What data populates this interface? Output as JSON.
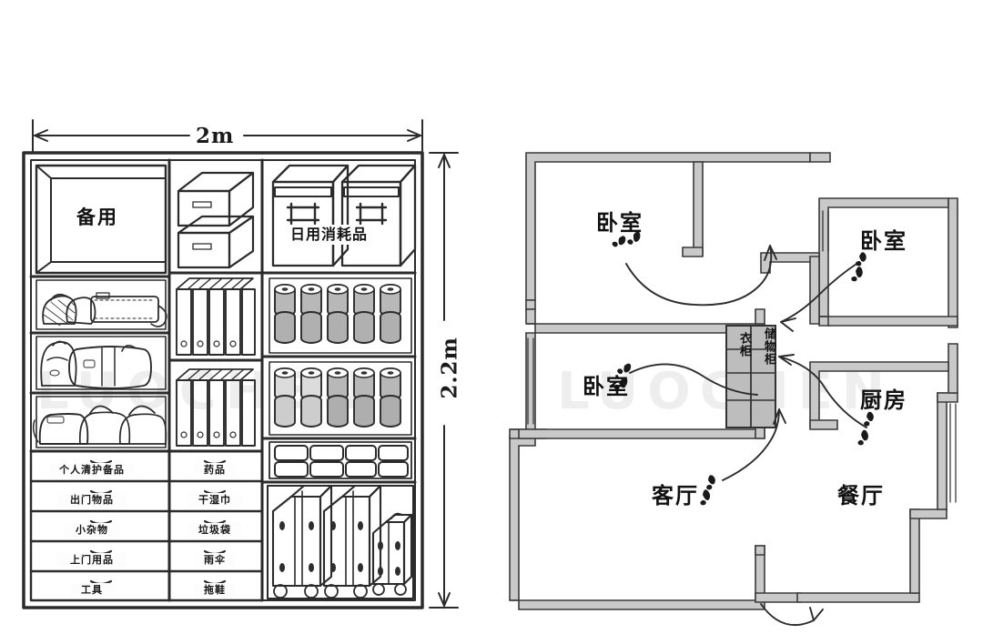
{
  "meta": {
    "watermark_text": "LUOCHEN",
    "background": "#ffffff",
    "ink_color": "#2b2b2b",
    "fill_light": "#f2f2f2",
    "fill_mid": "#d8d8d8",
    "fill_dark": "#a9a9a9",
    "wall_fill": "#c9c9c9"
  },
  "closet": {
    "dimensions": {
      "width_label": "2m",
      "height_label": "2.2m"
    },
    "zones": [
      {
        "id": "spare",
        "label": "备用"
      },
      {
        "id": "daily-consumables",
        "label": "日用消耗品"
      }
    ],
    "drawers": {
      "left_column": [
        {
          "label": "个人清护备品"
        },
        {
          "label": "出门物品"
        },
        {
          "label": "小杂物"
        },
        {
          "label": "上门用品"
        },
        {
          "label": "工具"
        }
      ],
      "right_column": [
        {
          "label": "药品"
        },
        {
          "label": "干湿巾"
        },
        {
          "label": "垃圾袋"
        },
        {
          "label": "雨伞"
        },
        {
          "label": "拖鞋"
        }
      ]
    },
    "shelf_contents": [
      {
        "id": "storage-boxes-top",
        "description": "收纳箱"
      },
      {
        "id": "handbags-shelf",
        "description": "手提包"
      },
      {
        "id": "backpacks-shelf",
        "description": "双肩包"
      },
      {
        "id": "duffel-shelf",
        "description": "旅行包"
      },
      {
        "id": "file-holders-upper",
        "description": "文件盒"
      },
      {
        "id": "file-holders-lower",
        "description": "文件盒"
      },
      {
        "id": "paper-rolls-upper",
        "description": "纸巾卷"
      },
      {
        "id": "paper-rolls-lower",
        "description": "纸巾卷"
      },
      {
        "id": "white-boxes",
        "description": "白色收纳盒"
      },
      {
        "id": "suitcases",
        "description": "行李箱"
      }
    ]
  },
  "floorplan": {
    "rooms": [
      {
        "id": "bedroom-1",
        "label": "卧室"
      },
      {
        "id": "bedroom-2",
        "label": "卧室"
      },
      {
        "id": "bedroom-3",
        "label": "卧室"
      },
      {
        "id": "kitchen",
        "label": "厨房"
      },
      {
        "id": "living-room",
        "label": "客厅"
      },
      {
        "id": "dining-room",
        "label": "餐厅"
      }
    ],
    "cabinet": {
      "left_label": "衣柜",
      "right_label": "储物柜"
    }
  }
}
